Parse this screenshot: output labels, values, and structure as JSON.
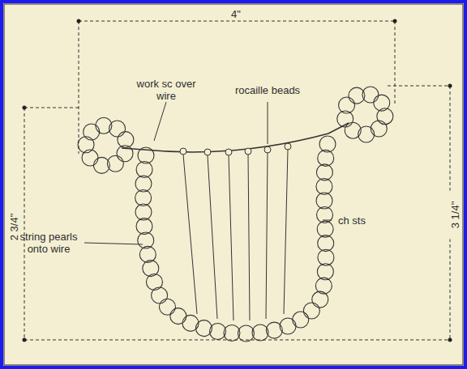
{
  "diagram": {
    "labels": [
      "4\"",
      "work sc over wire",
      "rocaille beads",
      "string pearls onto wire",
      "ch sts",
      "2 3/4\"",
      "3 1/4\""
    ]
  }
}
